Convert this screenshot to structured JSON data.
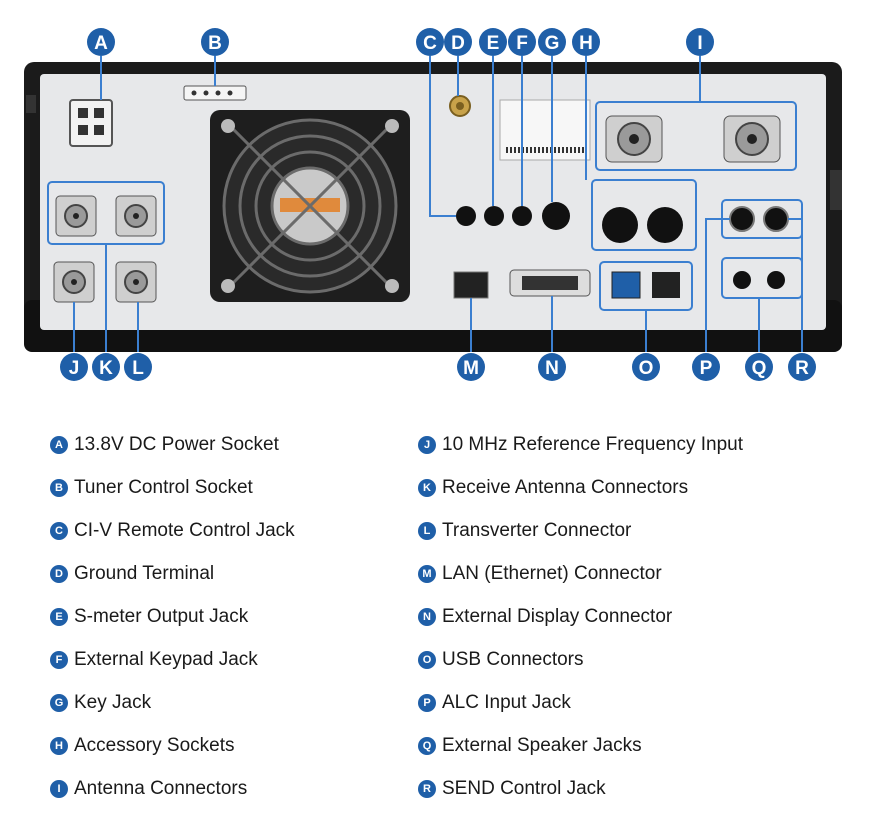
{
  "callouts": [
    {
      "letter": "A",
      "label": "13.8V DC Power Socket"
    },
    {
      "letter": "B",
      "label": "Tuner Control Socket"
    },
    {
      "letter": "C",
      "label": "CI-V Remote Control Jack"
    },
    {
      "letter": "D",
      "label": "Ground Terminal"
    },
    {
      "letter": "E",
      "label": "S-meter Output Jack"
    },
    {
      "letter": "F",
      "label": "External Keypad Jack"
    },
    {
      "letter": "G",
      "label": "Key Jack"
    },
    {
      "letter": "H",
      "label": "Accessory Sockets"
    },
    {
      "letter": "I",
      "label": "Antenna Connectors"
    },
    {
      "letter": "J",
      "label": "10 MHz Reference Frequency Input"
    },
    {
      "letter": "K",
      "label": "Receive Antenna Connectors"
    },
    {
      "letter": "L",
      "label": "Transverter Connector"
    },
    {
      "letter": "M",
      "label": "LAN (Ethernet) Connector"
    },
    {
      "letter": "N",
      "label": "External Display Connector"
    },
    {
      "letter": "O",
      "label": "USB Connectors"
    },
    {
      "letter": "P",
      "label": "ALC Input Jack"
    },
    {
      "letter": "Q",
      "label": "External Speaker Jacks"
    },
    {
      "letter": "R",
      "label": "SEND Control Jack"
    }
  ],
  "colors": {
    "callout": "#1f5fa8",
    "leader": "#3b7fd0",
    "panel": "#e7e8ea",
    "chassis": "#1b1b1b"
  }
}
